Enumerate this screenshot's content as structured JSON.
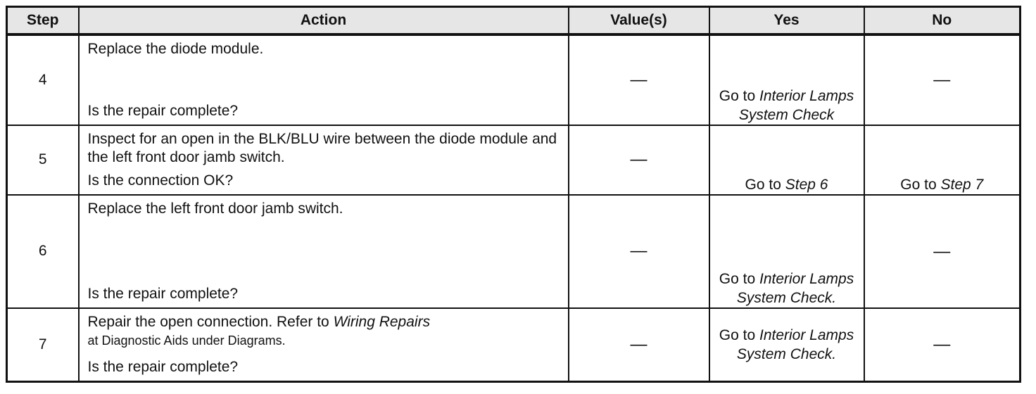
{
  "headers": {
    "step": "Step",
    "action": "Action",
    "values": "Value(s)",
    "yes": "Yes",
    "no": "No"
  },
  "rows": [
    {
      "step": "4",
      "action_line1": "Replace the diode module.",
      "action_question": "Is the repair complete?",
      "value": "—",
      "yes_prefix": "Go to ",
      "yes_link": "Interior Lamps System Check",
      "no": "—"
    },
    {
      "step": "5",
      "action_line1": "Inspect for an open in the BLK/BLU wire between the diode module and the left front door jamb switch.",
      "action_question": "Is the connection OK?",
      "value": "—",
      "yes_prefix": "Go to ",
      "yes_link": "Step 6",
      "no_prefix": "Go to ",
      "no_link": "Step 7"
    },
    {
      "step": "6",
      "action_line1": "Replace the left front door jamb switch.",
      "action_question": "Is the repair complete?",
      "value": "—",
      "yes_prefix": "Go to ",
      "yes_link": "Interior Lamps System Check.",
      "no": "—"
    },
    {
      "step": "7",
      "action_line1_prefix": "Repair the open connection. Refer to ",
      "action_line1_link": "Wiring Repairs",
      "action_line2": "at Diagnostic Aids under Diagrams.",
      "action_question": "Is the repair complete?",
      "value": "—",
      "yes_prefix": "Go to ",
      "yes_link": "Interior Lamps System Check.",
      "no": "—"
    }
  ]
}
